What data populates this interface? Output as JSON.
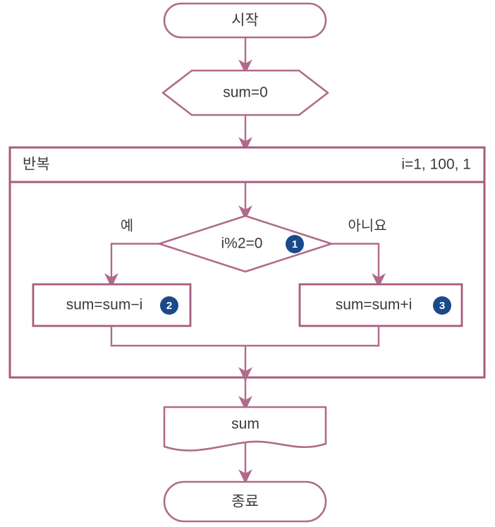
{
  "diagram": {
    "title": "sum accumulation flowchart",
    "colors": {
      "stroke": "#b06a8c",
      "stroke_dark": "#a85b7f",
      "text": "#3a3a3a",
      "badge_fill": "#1a4a8a",
      "badge_text": "#ffffff",
      "background": "#ffffff"
    },
    "nodes": {
      "start": {
        "label": "시작",
        "shape": "terminator"
      },
      "init": {
        "label": "sum=0",
        "shape": "preparation"
      },
      "loop": {
        "header_left": "반복",
        "header_right": "i=1, 100, 1",
        "shape": "loop-box"
      },
      "decision": {
        "label": "i%2=0",
        "badge": "1",
        "shape": "diamond",
        "yes_label": "예",
        "no_label": "아니요"
      },
      "process_yes": {
        "label": "sum=sum−i",
        "badge": "2",
        "shape": "process"
      },
      "process_no": {
        "label": "sum=sum+i",
        "badge": "3",
        "shape": "process"
      },
      "output": {
        "label": "sum",
        "shape": "document"
      },
      "end": {
        "label": "종료",
        "shape": "terminator"
      }
    }
  }
}
